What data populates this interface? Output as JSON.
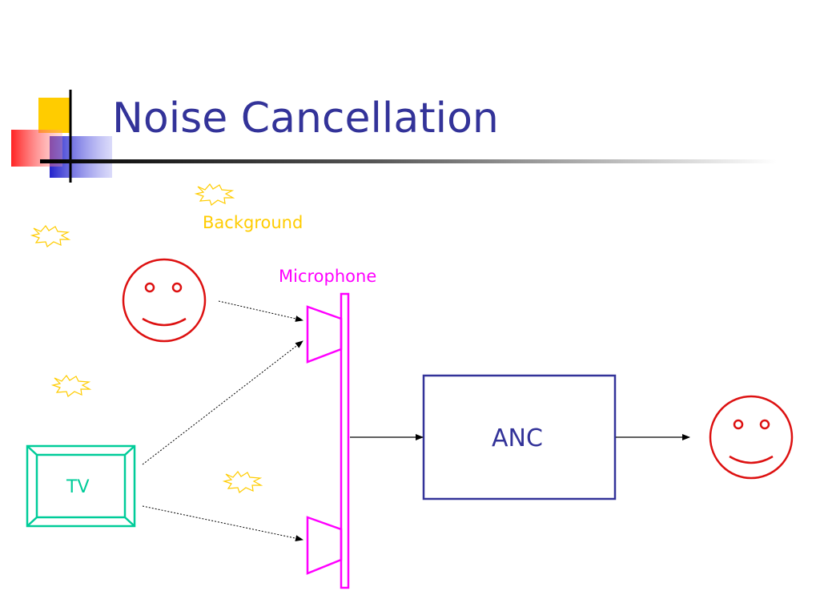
{
  "slide": {
    "title": "Noise Cancellation",
    "labels": {
      "background": "Background",
      "microphone": "Microphone",
      "tv": "TV",
      "anc": "ANC"
    }
  },
  "colors": {
    "title": "#333399",
    "background_noise": "#ffcc00",
    "microphone": "#ff00ff",
    "tv": "#00cc99",
    "face": "#dd1111",
    "anc_box": "#333399",
    "accent_yellow": "#ffcc00",
    "accent_red": "#ff3333",
    "accent_blue": "#3333cc"
  },
  "icons": [
    "noise-burst-icon",
    "smiley-face-icon",
    "microphone-icon",
    "tv-icon"
  ]
}
